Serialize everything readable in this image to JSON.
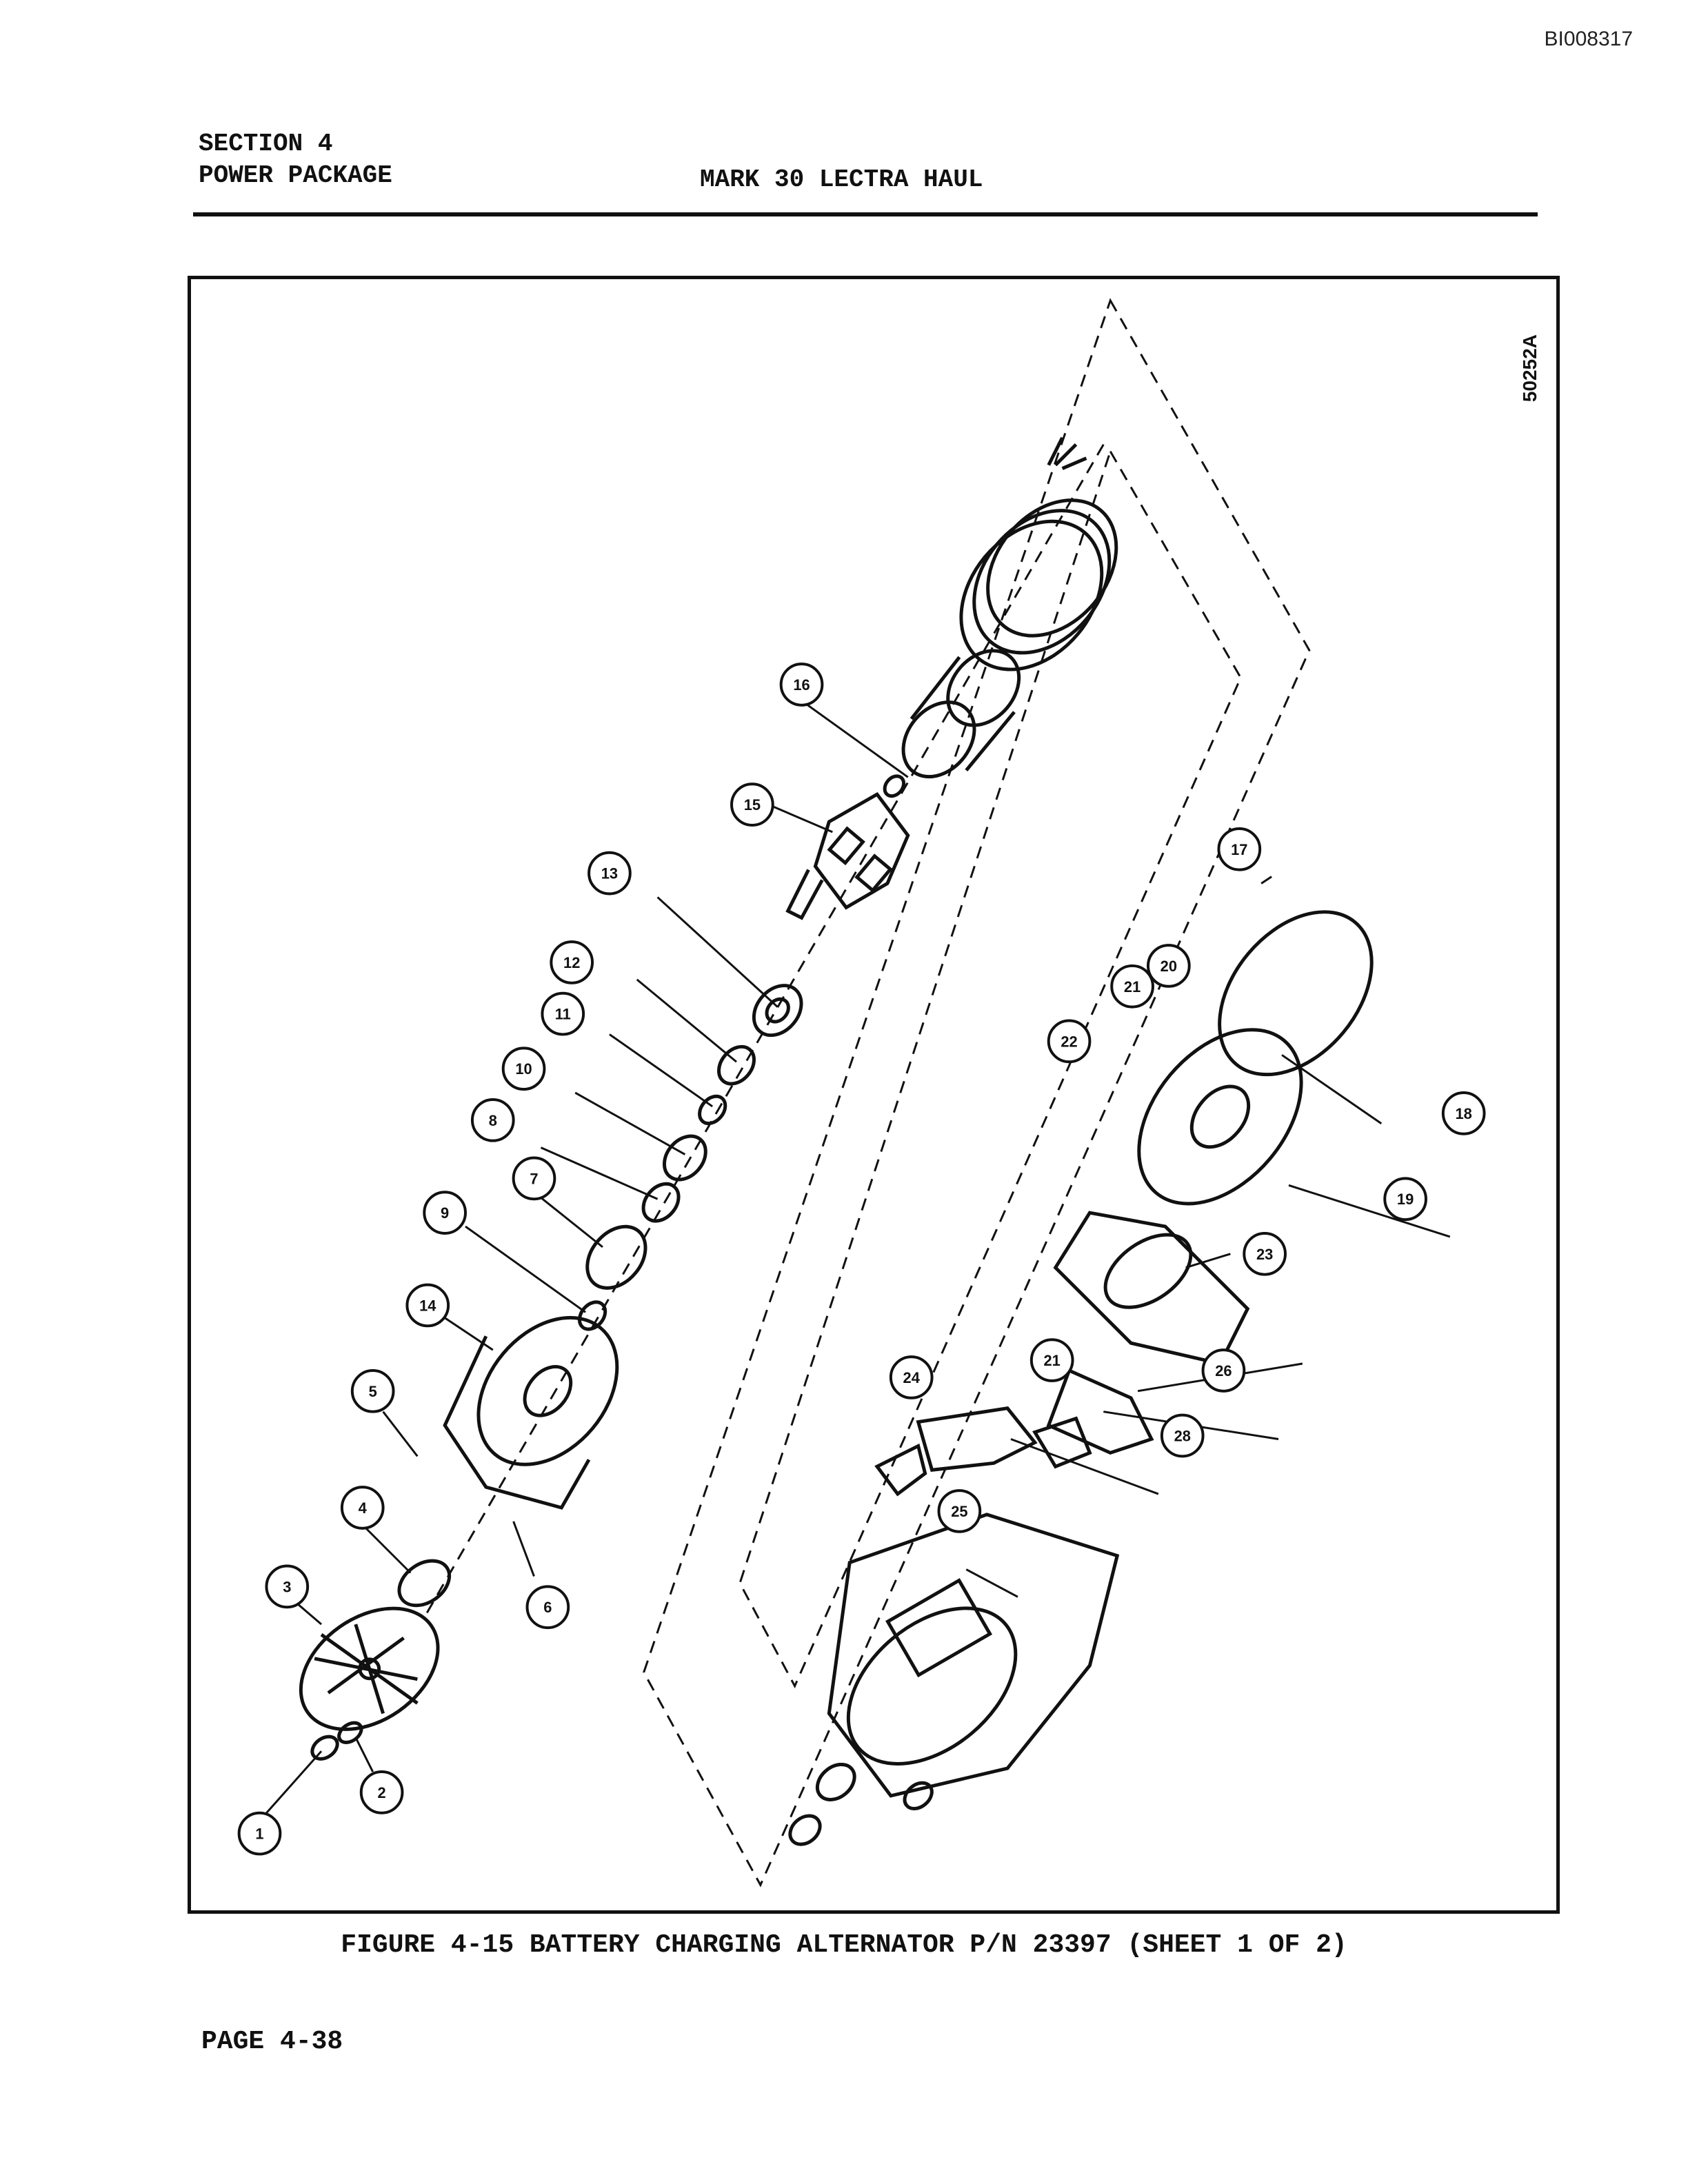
{
  "document_id": "BI008317",
  "section": {
    "line1": "SECTION 4",
    "line2": "POWER PACKAGE"
  },
  "header_title": "MARK 30 LECTRA HAUL",
  "figure": {
    "drawing_id": "50252A",
    "caption": "FIGURE 4-15  BATTERY CHARGING ALTERNATOR P/N 23397 (SHEET 1 OF 2)",
    "callouts": [
      "1",
      "2",
      "3",
      "4",
      "5",
      "6",
      "7",
      "8",
      "9",
      "10",
      "11",
      "12",
      "13",
      "14",
      "15",
      "16",
      "17",
      "18",
      "19",
      "20",
      "21",
      "22",
      "23",
      "24",
      "25",
      "26",
      "21",
      "28"
    ]
  },
  "page_number": "PAGE 4-38"
}
